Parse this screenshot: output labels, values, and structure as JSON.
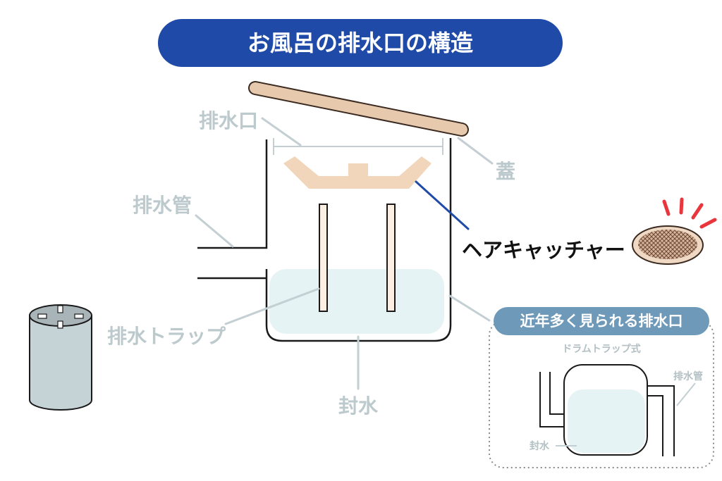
{
  "title": "お風呂の排水口の構造",
  "labels": {
    "drain_outlet": "排水口",
    "lid": "蓋",
    "drain_pipe": "排水管",
    "hair_catcher": "ヘアキャッチャー",
    "drain_trap": "排水トラップ",
    "water_seal": "封水"
  },
  "inset": {
    "badge": "近年多く見られる排水口",
    "subtitle": "ドラムトラップ式",
    "drain_pipe": "排水管",
    "water_seal": "封水"
  },
  "colors": {
    "title_bg": "#1f4aa8",
    "inset_badge_bg": "#6f99b8",
    "lid": "#e7c9ad",
    "water": "#e6f3f5",
    "trap_fill": "#c5d2d6",
    "alert": "#e8363c",
    "leader_hair_catcher": "#1f4aa8"
  }
}
